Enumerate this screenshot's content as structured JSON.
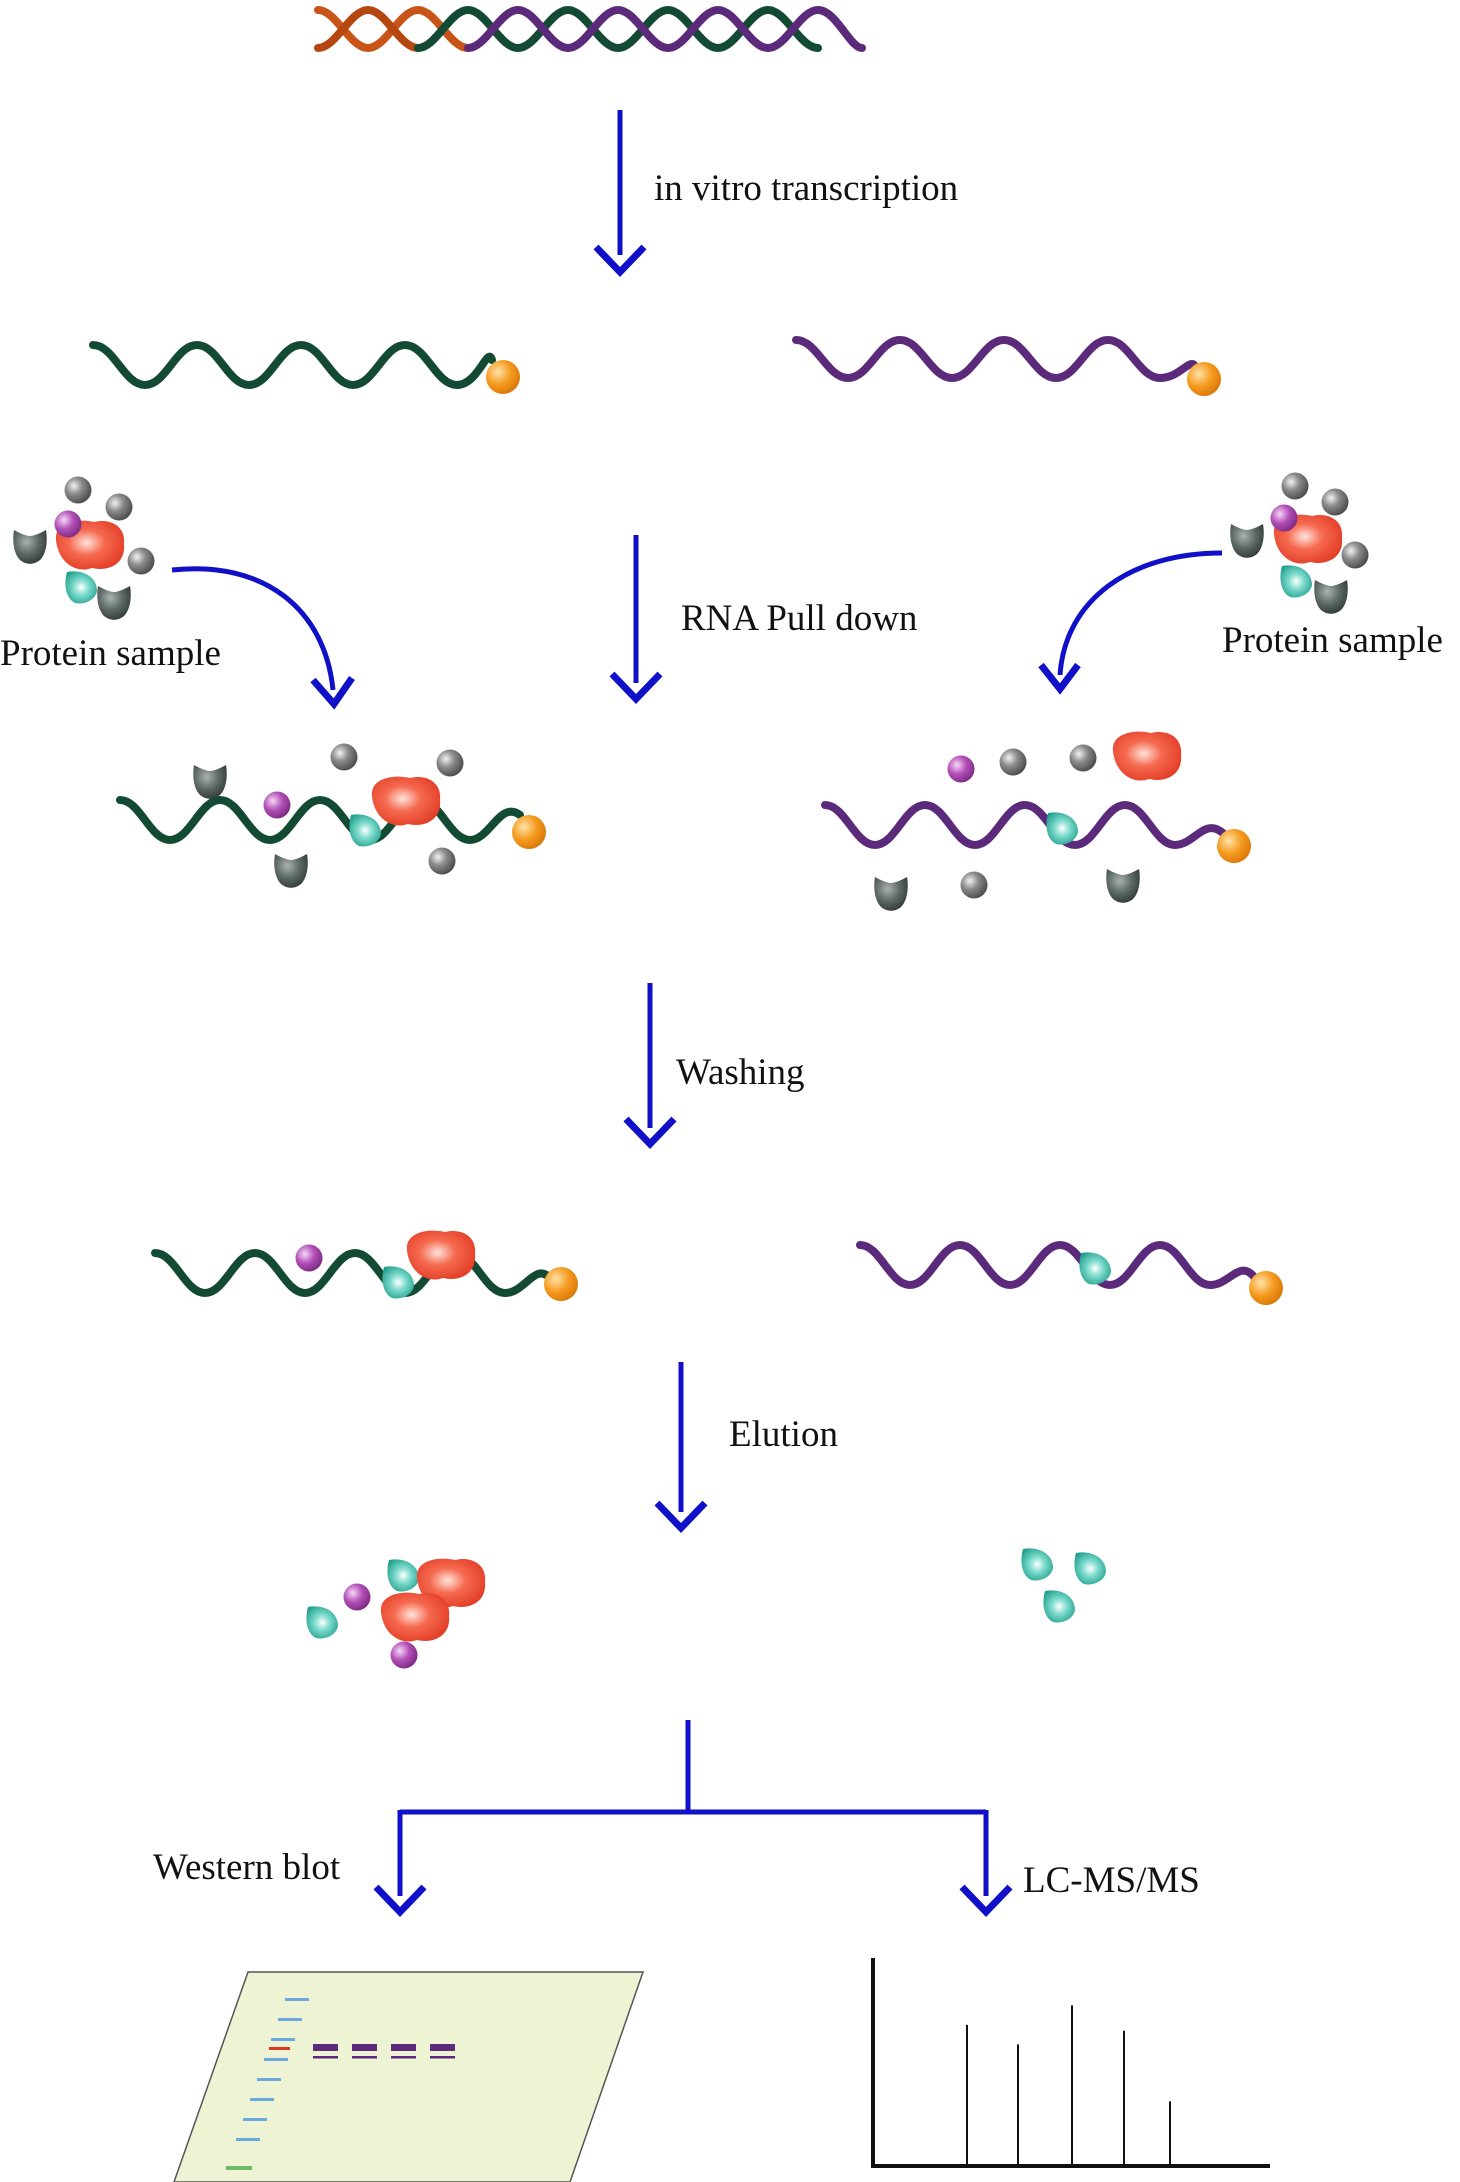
{
  "labels": {
    "ivt": "in vitro transcription",
    "protein_left": "Protein sample",
    "protein_right": "Protein sample",
    "pulldown": "RNA Pull down",
    "washing": "Washing",
    "elution": "Elution",
    "western": "Western blot",
    "lcms": "LC-MS/MS"
  },
  "colors": {
    "arrow": "#1010c8",
    "rna_a": "#124a33",
    "rna_b": "#5b2a7a",
    "dna_c": "#c95418",
    "biotin_bead": "#f59a1e",
    "protein_red": "#ee4530",
    "protein_teal": "#2eb5a3",
    "protein_purple": "#b24fb7",
    "protein_gray": "#6f6f6f",
    "protein_dark": "#47524f",
    "blot_bg": "#eef3d4",
    "ladder_blue": "#6aa8de",
    "band_red": "#e03520",
    "ladder_green": "#6dbb6a"
  },
  "western_blot": {
    "ladder_bands": 8,
    "sample_lanes": 4
  },
  "mass_spectrum": {
    "relative_intensities": [
      0.71,
      0.61,
      0.81,
      0.68,
      0.32
    ]
  }
}
